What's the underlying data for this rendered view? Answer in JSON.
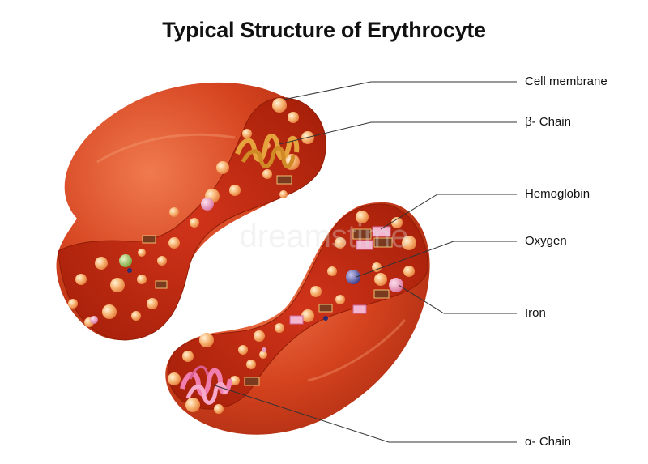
{
  "title": "Typical Structure of Erythrocyte",
  "labels": {
    "cell_membrane": "Cell membrane",
    "beta_chain": "β- Chain",
    "hemoglobin": "Hemoglobin",
    "oxygen": "Oxygen",
    "iron": "Iron",
    "alpha_chain": "α- Chain"
  },
  "watermark": "dreamstime",
  "colors": {
    "cell_outer": "#d4421e",
    "cell_cut_face": "#b8260c",
    "cytoplasm_dot": "#f7b06a",
    "oxygen_sphere": "#5a5aa8",
    "iron_sphere": "#e7a0c0",
    "beta_chain": "#e6a23c",
    "alpha_chain": "#f07fb0",
    "leader_line": "#333333"
  }
}
